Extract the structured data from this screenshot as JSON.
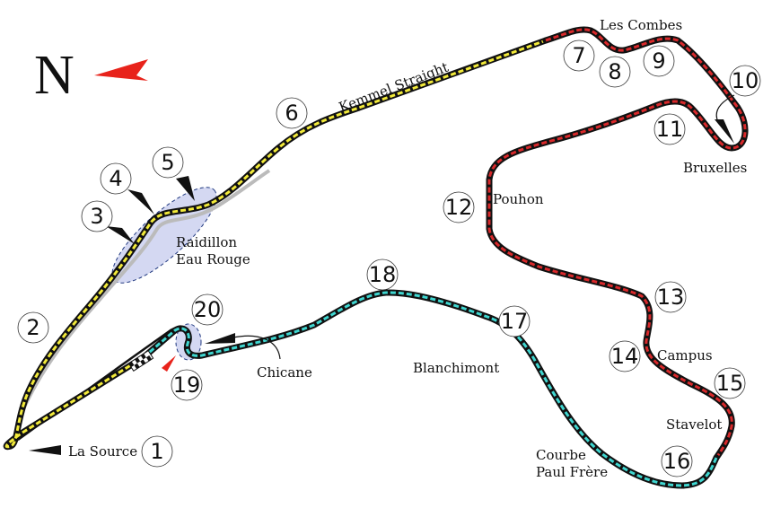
{
  "compass": {
    "letter": "N",
    "arrow_color": "#e8231b"
  },
  "colors": {
    "sector1": "#f2ea3a",
    "sector2": "#d8292b",
    "sector3": "#3fd6d0",
    "outline": "#111111",
    "highlight": "#d4d8f2"
  },
  "turns": [
    "1",
    "2",
    "3",
    "4",
    "5",
    "6",
    "7",
    "8",
    "9",
    "10",
    "11",
    "12",
    "13",
    "14",
    "15",
    "16",
    "17",
    "18",
    "19",
    "20"
  ],
  "corners": {
    "la_source": "La Source",
    "raidillon": "Raidillon",
    "eau_rouge": "Eau Rouge",
    "kemmel": "Kemmel Straight",
    "les_combes": "Les Combes",
    "bruxelles": "Bruxelles",
    "pouhon": "Pouhon",
    "campus": "Campus",
    "stavelot": "Stavelot",
    "blanchimont": "Blanchimont",
    "courbe": "Courbe",
    "paul_frere": "Paul Frère",
    "chicane": "Chicane"
  }
}
